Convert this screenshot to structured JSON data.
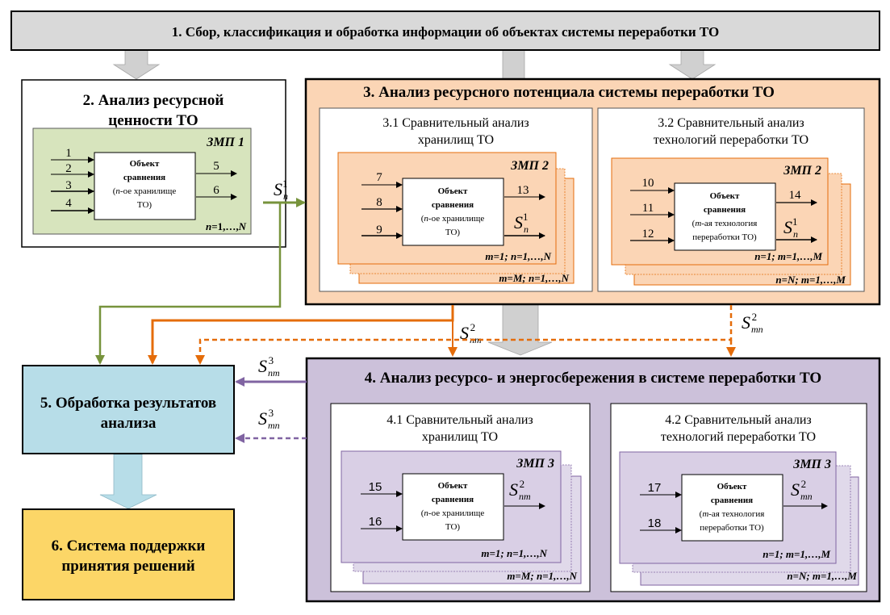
{
  "colors": {
    "gray_fill": "#d9d9d9",
    "gray_arrow": "#d0d0d0",
    "green_fill": "#d7e4bd",
    "green_line": "#77933c",
    "orange_fill": "#fbd5b5",
    "orange_line": "#e46c0a",
    "purple_fill": "#ccc1da",
    "purple_line": "#8064a2",
    "blue_fill": "#b7dde8",
    "yellow_fill": "#fcd667",
    "border": "#000000"
  },
  "block1": {
    "title": "1. Сбор, классификация и обработка информации об объектах системы переработки ТО"
  },
  "block2": {
    "title_line1": "2. Анализ ресурсной",
    "title_line2": "ценности ТО",
    "zmp_label": "ЗМП 1",
    "object_line1": "Объект",
    "object_line2": "сравнения",
    "object_line3_var": "n",
    "object_line3_rest": "-ое хранилище",
    "object_line4": "ТО)",
    "inputs": [
      "1",
      "2",
      "3",
      "4"
    ],
    "outputs": [
      "5",
      "6"
    ],
    "range_var": "n",
    "range_rest": "=1,…,",
    "range_end": "N"
  },
  "block3": {
    "title": "3. Анализ ресурсного потенциала системы переработки ТО",
    "sub1": {
      "title_line1": "3.1 Сравнительный анализ",
      "title_line2": "хранилищ ТО",
      "zmp_label": "ЗМП 2",
      "object_line1": "Объект",
      "object_line2": "сравнения",
      "object_line3_var": "n",
      "object_line3_rest": "-ое хранилище",
      "object_line4": "ТО)",
      "inputs": [
        "7",
        "8",
        "9"
      ],
      "output_top": "13",
      "output_bottom_sym": "S",
      "output_bottom_sub": "n",
      "output_bottom_sup": "1",
      "range_front": "m=1; n=1,…,N",
      "range_back": "m=M; n=1,…,N"
    },
    "sub2": {
      "title_line1": "3.2 Сравнительный анализ",
      "title_line2": "технологий переработки ТО",
      "zmp_label": "ЗМП 2",
      "object_line1": "Объект",
      "object_line2": "сравнения",
      "object_line3_var": "m",
      "object_line3_rest": "-ая технология",
      "object_line4": "переработки ТО)",
      "inputs": [
        "10",
        "11",
        "12"
      ],
      "output_top": "14",
      "output_bottom_sym": "S",
      "output_bottom_sub": "n",
      "output_bottom_sup": "1",
      "range_front": "n=1; m=1,…,M",
      "range_back": "n=N; m=1,…,M"
    }
  },
  "block4": {
    "title": "4. Анализ ресурсо- и энергосбережения в системе переработки ТО",
    "sub1": {
      "title_line1": "4.1 Сравнительный анализ",
      "title_line2": "хранилищ ТО",
      "zmp_label": "ЗМП 3",
      "object_line1": "Объект",
      "object_line2": "сравнения",
      "object_line3_var": "n",
      "object_line3_rest": "-ое хранилище",
      "object_line4": "ТО)",
      "inputs": [
        "15",
        "16"
      ],
      "output_sym": "S",
      "output_sub": "nm",
      "output_sup": "2",
      "range_front": "m=1; n=1,…,N",
      "range_back": "m=M; n=1,…,N"
    },
    "sub2": {
      "title_line1": "4.2 Сравнительный анализ",
      "title_line2": "технологий переработки ТО",
      "zmp_label": "ЗМП 3",
      "object_line1": "Объект",
      "object_line2": "сравнения",
      "object_line3_var": "m",
      "object_line3_rest": "-ая технология",
      "object_line4": "переработки ТО)",
      "inputs": [
        "17",
        "18"
      ],
      "output_sym": "S",
      "output_sub": "mn",
      "output_sup": "2",
      "range_front": "n=1; m=1,…,M",
      "range_back": "n=N; m=1,…,M"
    }
  },
  "block5": {
    "title_line1": "5. Обработка результатов",
    "title_line2": "анализа"
  },
  "block6": {
    "title_line1": "6. Система поддержки",
    "title_line2": "принятия решений"
  },
  "connectors": {
    "s1n": {
      "sym": "S",
      "sub": "n",
      "sup": "1"
    },
    "s2nm": {
      "sym": "S",
      "sub": "nm",
      "sup": "2"
    },
    "s2mn": {
      "sym": "S",
      "sub": "mn",
      "sup": "2"
    },
    "s3nm": {
      "sym": "S",
      "sub": "nm",
      "sup": "3"
    },
    "s3mn": {
      "sym": "S",
      "sub": "mn",
      "sup": "3"
    }
  }
}
